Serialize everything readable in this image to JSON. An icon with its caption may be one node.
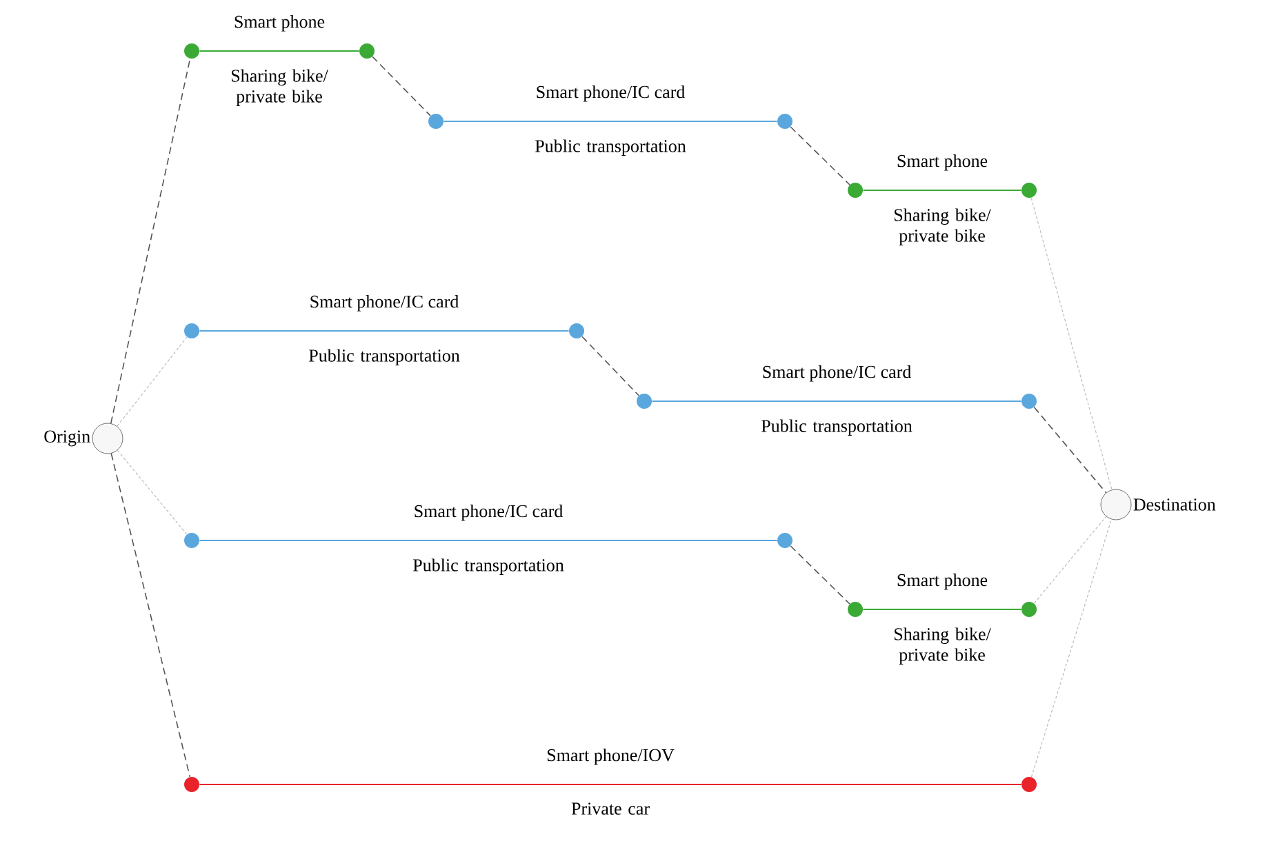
{
  "diagram": {
    "nodes": [
      {
        "text": [],
        "shape": "circle",
        "beside": [
          "Origin"
        ]
      },
      {
        "text": [],
        "shape": "circle"
      },
      {
        "text": [],
        "shape": "circle"
      },
      {
        "text": [],
        "shape": "circle"
      },
      {
        "text": [],
        "shape": "circle"
      },
      {
        "text": [],
        "shape": "circle"
      },
      {
        "text": [],
        "shape": "circle"
      },
      {
        "text": [],
        "shape": "circle"
      },
      {
        "text": [],
        "shape": "circle"
      },
      {
        "text": [],
        "shape": "circle"
      },
      {
        "text": [],
        "shape": "circle"
      },
      {
        "text": [],
        "shape": "circle"
      },
      {
        "text": [],
        "shape": "circle"
      },
      {
        "text": [],
        "shape": "circle"
      },
      {
        "text": [],
        "shape": "circle"
      },
      {
        "text": [],
        "shape": "circle"
      },
      {
        "text": [],
        "shape": "circle"
      },
      {
        "text": [],
        "shape": "circle",
        "beside": [
          "Destination"
        ]
      }
    ],
    "edges": [
      {
        "from": 0,
        "to": 1,
        "arrow": "none",
        "style": "dashed",
        "color": "#555555"
      },
      {
        "from": 1,
        "to": 2,
        "arrow": "none",
        "label": "Smart phone",
        "color": "#3aaa35"
      },
      {
        "from": 2,
        "to": 3,
        "arrow": "none",
        "style": "dashed",
        "color": "#555555"
      },
      {
        "from": 3,
        "to": 4,
        "arrow": "none",
        "label": "Smart phone/IC card",
        "color": "#5aa7de"
      },
      {
        "from": 4,
        "to": 5,
        "arrow": "none",
        "style": "dashed",
        "color": "#555555"
      },
      {
        "from": 5,
        "to": 6,
        "arrow": "none",
        "label": "Smart phone",
        "color": "#3aaa35"
      },
      {
        "from": 6,
        "to": 17,
        "arrow": "none",
        "style": "dashed",
        "color": "#bbbbbb"
      },
      {
        "from": 0,
        "to": 7,
        "arrow": "none",
        "style": "dashed",
        "color": "#bbbbbb"
      },
      {
        "from": 7,
        "to": 8,
        "arrow": "none",
        "label": "Smart phone/IC card",
        "color": "#5aa7de"
      },
      {
        "from": 8,
        "to": 9,
        "arrow": "none",
        "style": "dashed",
        "color": "#555555"
      },
      {
        "from": 9,
        "to": 10,
        "arrow": "none",
        "label": "Smart phone/IC card",
        "color": "#5aa7de"
      },
      {
        "from": 10,
        "to": 17,
        "arrow": "none",
        "style": "dashed",
        "color": "#555555"
      },
      {
        "from": 0,
        "to": 11,
        "arrow": "none",
        "style": "dashed",
        "color": "#bbbbbb"
      },
      {
        "from": 11,
        "to": 12,
        "arrow": "none",
        "label": "Smart phone/IC card",
        "color": "#5aa7de"
      },
      {
        "from": 12,
        "to": 13,
        "arrow": "none",
        "style": "dashed",
        "color": "#555555"
      },
      {
        "from": 13,
        "to": 14,
        "arrow": "none",
        "label": "Smart phone",
        "color": "#3aaa35"
      },
      {
        "from": 14,
        "to": 17,
        "arrow": "none",
        "style": "dashed",
        "color": "#bbbbbb"
      },
      {
        "from": 0,
        "to": 15,
        "arrow": "none",
        "style": "dashed",
        "color": "#555555"
      },
      {
        "from": 15,
        "to": 16,
        "arrow": "none",
        "label": "Smart phone/IOV",
        "color": "#e8232a"
      },
      {
        "from": 16,
        "to": 17,
        "arrow": "none",
        "style": "dashed",
        "color": "#bbbbbb"
      }
    ],
    "labels": [
      "Sharing bike/ private bike",
      "Public transportation",
      "Sharing bike/ private bike",
      "Public transportation",
      "Public transportation",
      "Public transportation",
      "Sharing bike/ private bike",
      "Private car"
    ]
  }
}
